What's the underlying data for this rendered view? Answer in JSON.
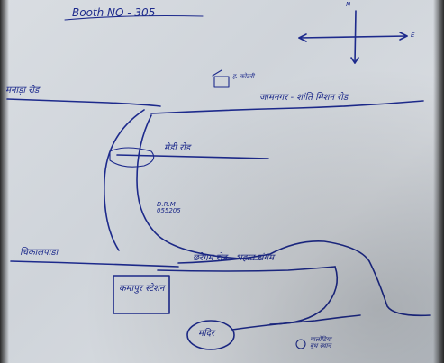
{
  "map": {
    "header": "Booth NO - 305",
    "compass": {
      "north": "N",
      "east": "E"
    },
    "places": {
      "top_left_road": "मनाड़ा रोड",
      "top_right_road": "जामनगर - शांति मिशन रोड",
      "mid_road": "मेडी रोड",
      "left_road": "चिकालपाडा",
      "booth_label": "D.R.M\n055205",
      "bottom_road": "छरेगम रोड - भहात संगम",
      "building_box": "कमापुर स्टेशन",
      "bottom_circle": "मंदिर",
      "bottom_right_note": "मालोडिया\nबूथ स्थान",
      "top_small_box": "ह.\nकोठरी"
    },
    "colors": {
      "ink": "#1d2a8c",
      "paper": "#d3d8de"
    }
  }
}
